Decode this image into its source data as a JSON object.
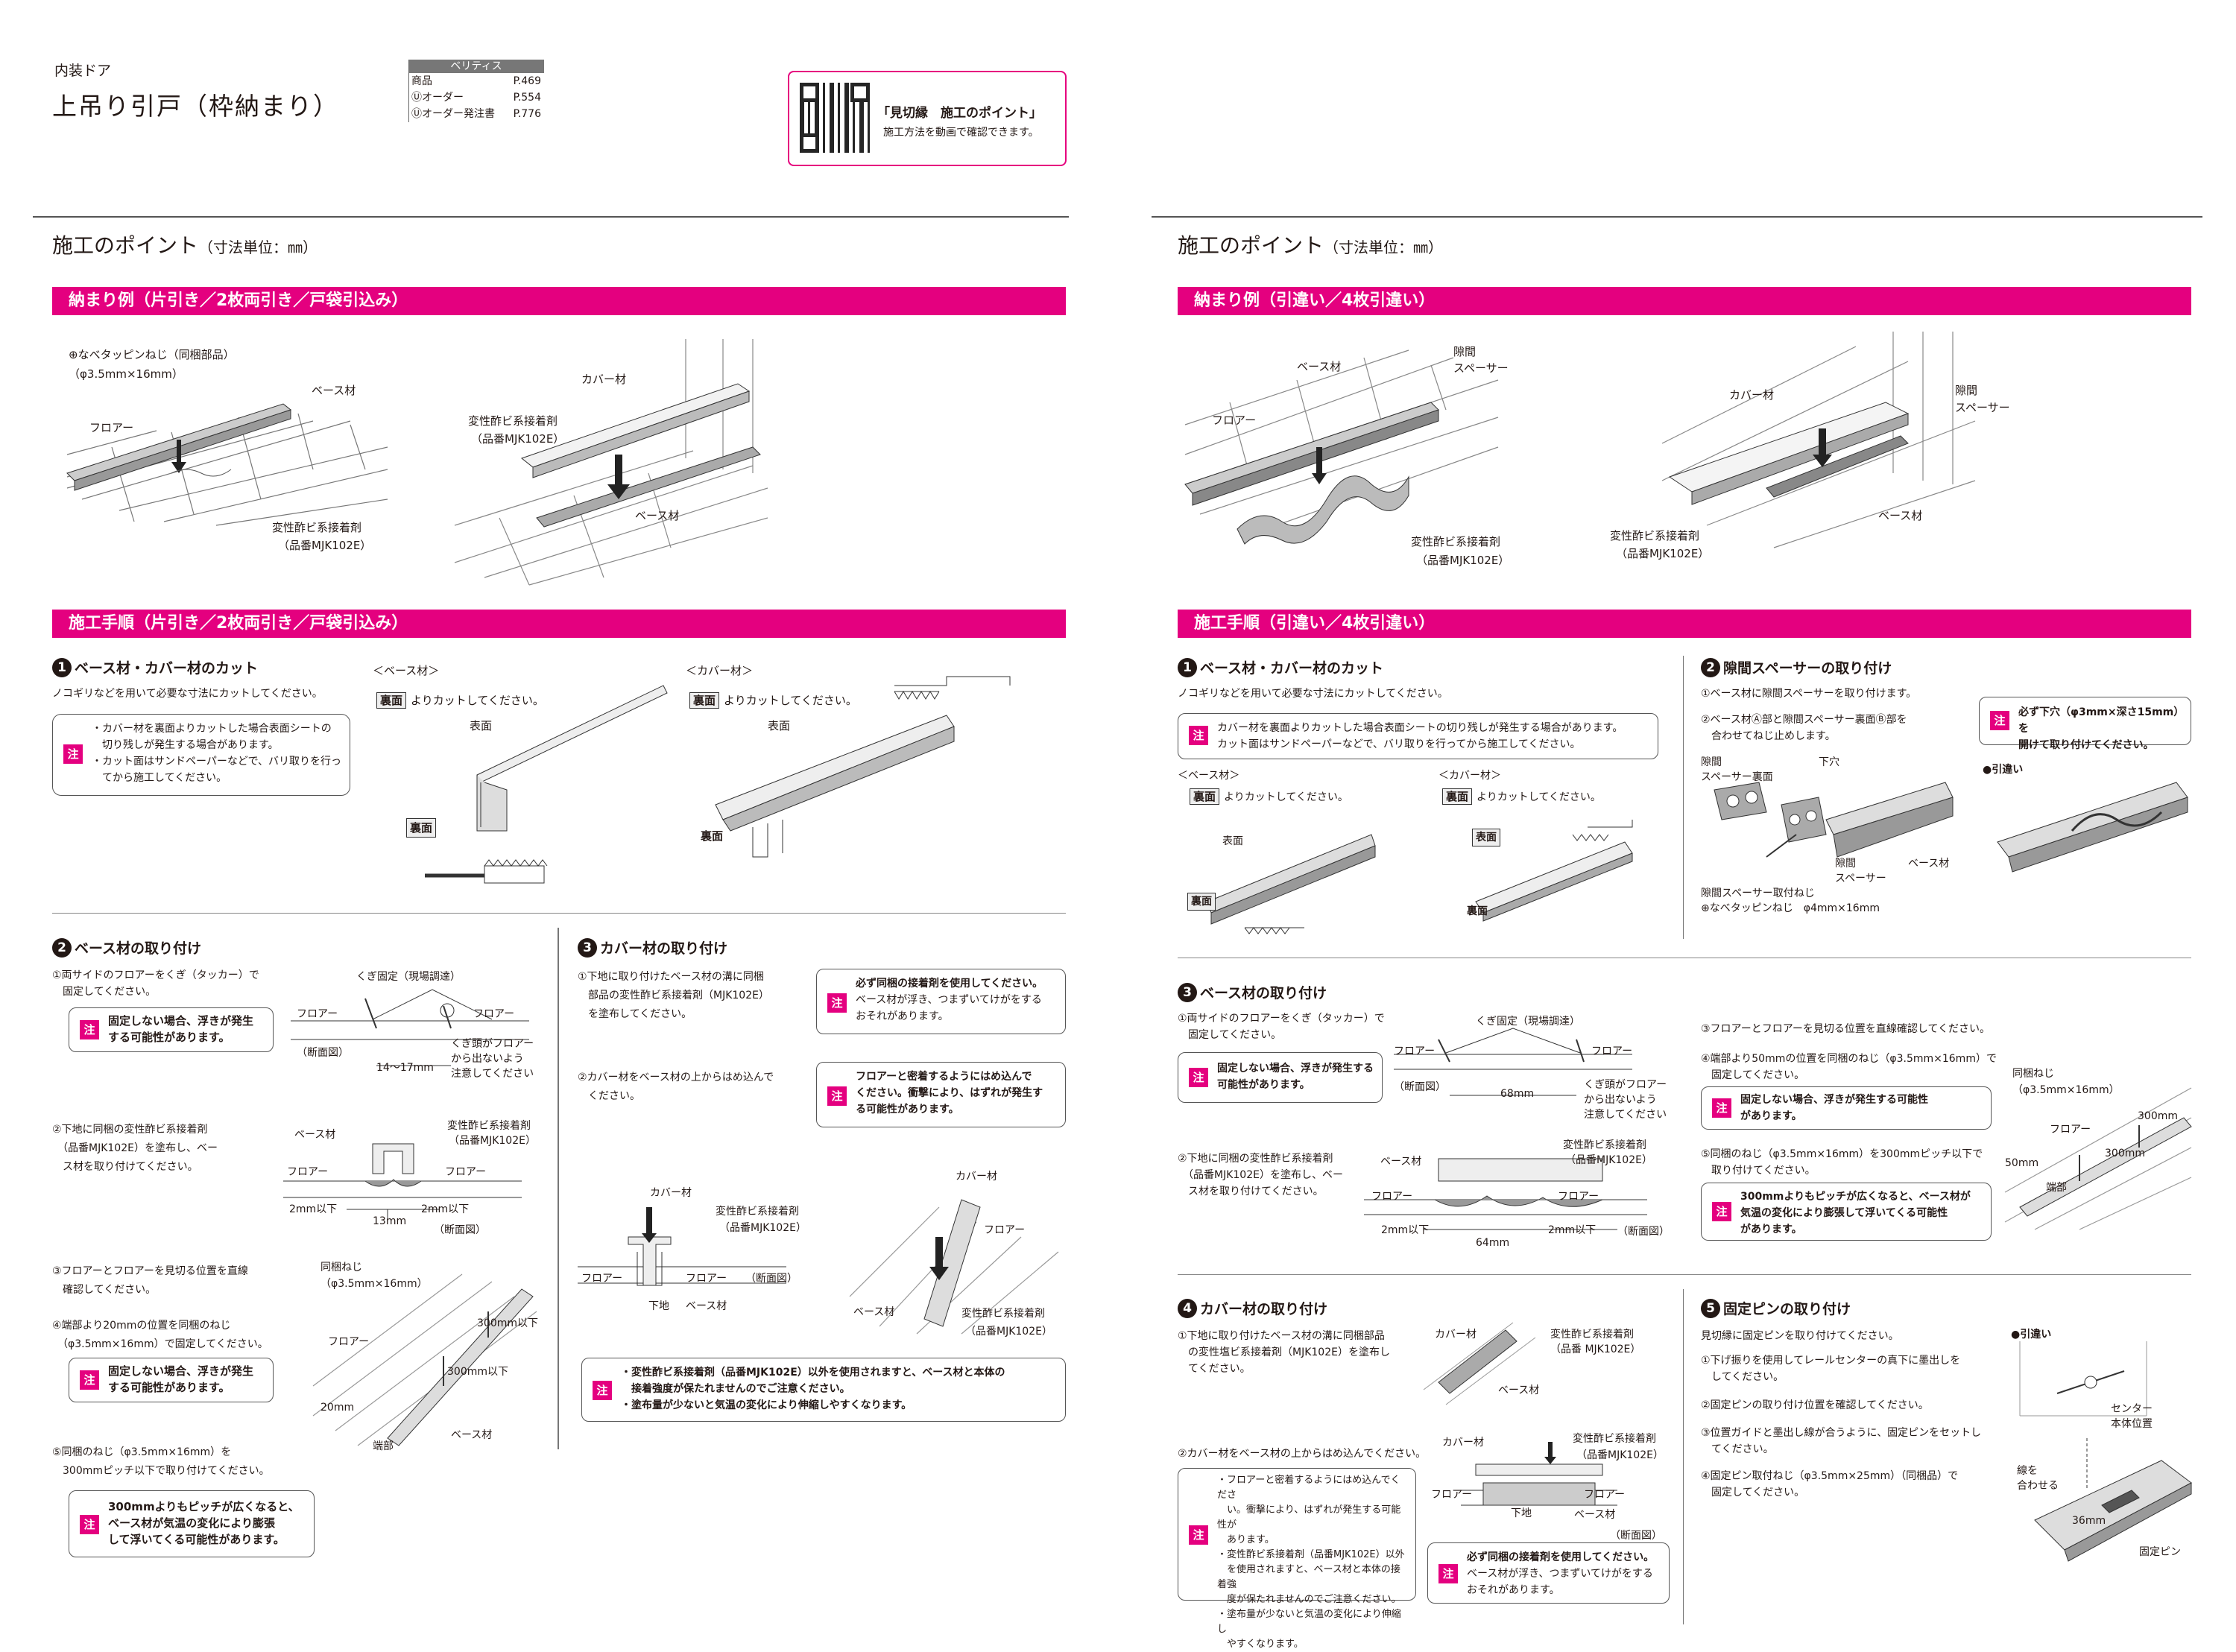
{
  "header": {
    "category": "内装ドア",
    "title": "上吊り引戸（枠納まり）",
    "ref_head": "ベリティス",
    "refs": [
      {
        "label": "商品",
        "page": "P.469"
      },
      {
        "label": "Ⓤオーダー",
        "page": "P.554"
      },
      {
        "label": "Ⓤオーダー発注書",
        "page": "P.776"
      }
    ],
    "qr_title": "「見切縁　施工のポイント」",
    "qr_sub": "施工方法を動画で確認できます。"
  },
  "left": {
    "title": "施工のポイント",
    "unit": "（寸法単位：㎜）",
    "bar1": "納まり例（片引き／2枚両引き／戸袋引込み）",
    "ex": {
      "screw1": "⊕なべタッピンねじ（同梱部品）",
      "screw2": "（φ3.5mm×16mm）",
      "base": "ベース材",
      "floor": "フロアー",
      "adh1": "変性酢ビ系接着剤",
      "adh2": "（品番MJK102E）",
      "cover": "カバー材",
      "adh3": "変性酢ビ系接着剤",
      "adh4": "（品番MJK102E）",
      "base2": "ベース材"
    },
    "bar2": "施工手順（片引き／2枚両引き／戸袋引込み）",
    "s1": {
      "num": "1",
      "title": "ベース材・カバー材のカット",
      "desc": "ノコギリなどを用いて必要な寸法にカットしてください。",
      "note1": "・カバー材を裏面よりカットした場合表面シートの",
      "note2": "　切り残しが発生する場合があります。",
      "note3": "・カット面はサンドペーパーなどで、バリ取りを行っ",
      "note4": "　てから施工してください。",
      "base_cap": "＜ベース材＞",
      "cover_cap": "＜カバー材＞",
      "ura": "裏面",
      "cut_text": "よりカットしてください。",
      "omote": "表面"
    },
    "s2": {
      "num": "2",
      "title": "ベース材の取り付け",
      "p1a": "①両サイドのフロアーをくぎ（タッカー）で",
      "p1b": "　固定してください。",
      "n1a": "固定しない場合、浮きが発生",
      "n1b": "する可能性があります。",
      "nail": "くぎ固定（現場調達）",
      "floorL": "フロアー",
      "floorR": "フロアー",
      "section": "（断面図）",
      "dim1": "14～17mm",
      "nailhead1": "くぎ頭がフロアー",
      "nailhead2": "から出ないよう",
      "nailhead3": "注意してください",
      "p2a": "②下地に同梱の変性酢ビ系接着剤",
      "p2b": "　（品番MJK102E）を塗布し、ベー",
      "p2c": "　ス材を取り付けてください。",
      "base": "ベース材",
      "adh1": "変性酢ビ系接着剤",
      "adh2": "（品番MJK102E）",
      "dimL": "2mm以下",
      "dimC": "13mm",
      "dimR": "2mm以下",
      "section2": "（断面図）",
      "p3a": "③フロアーとフロアーを見切る位置を直線",
      "p3b": "　確認してください。",
      "p4a": "④端部より20mmの位置を同梱のねじ",
      "p4b": "　（φ3.5mm×16mm）で固定してください。",
      "n2a": "固定しない場合、浮きが発生",
      "n2b": "する可能性があります。",
      "screw1": "同梱ねじ",
      "screw2": "（φ3.5mm×16mm）",
      "d300a": "300mm以下",
      "d300b": "300mm以下",
      "d20": "20mm",
      "floor3": "フロアー",
      "base3": "ベース材",
      "end": "端部",
      "p5a": "⑤同梱のねじ（φ3.5mm×16mm）を",
      "p5b": "　300mmピッチ以下で取り付けてください。",
      "n3a": "300mmよりもピッチが広くなると、",
      "n3b": "ベース材が気温の変化により膨張",
      "n3c": "して浮いてくる可能性があります。"
    },
    "s3": {
      "num": "3",
      "title": "カバー材の取り付け",
      "p1a": "①下地に取り付けたベース材の溝に同梱",
      "p1b": "　部品の変性酢ビ系接着剤（MJK102E）",
      "p1c": "　を塗布してください。",
      "n1a": "必ず同梱の接着剤を使用してください。",
      "n1b": "ベース材が浮き、つまずいてけがをする",
      "n1c": "おそれがあります。",
      "p2a": "②カバー材をベース材の上からはめ込んで",
      "p2b": "　ください。",
      "n2a": "フロアーと密着するようにはめ込んで",
      "n2b": "ください。衝撃により、はずれが発生す",
      "n2c": "る可能性があります。",
      "cover": "カバー材",
      "adh1": "変性酢ビ系接着剤",
      "adh2": "（品番MJK102E）",
      "floorL": "フロアー",
      "floorR": "フロアー",
      "section": "（断面図）",
      "base_sub": "下地",
      "base": "ベース材",
      "cover2": "カバー材",
      "floor2": "フロアー",
      "base2": "ベース材",
      "adh3": "変性酢ビ系接着剤",
      "adh4": "（品番MJK102E）",
      "n3a": "・変性酢ビ系接着剤（品番MJK102E）以外を使用されますと、ベース材と本体の",
      "n3b": "　接着強度が保たれませんのでご注意ください。",
      "n3c": "・塗布量が少ないと気温の変化により伸縮しやすくなります。"
    }
  },
  "right": {
    "title": "施工のポイント",
    "unit": "（寸法単位：㎜）",
    "bar1": "納まり例（引違い／4枚引違い）",
    "ex": {
      "base": "ベース材",
      "gap1": "隙間",
      "gap2": "スペーサー",
      "floor": "フロアー",
      "adh1": "変性酢ビ系接着剤",
      "adh2": "（品番MJK102E）",
      "cover": "カバー材",
      "gap3": "隙間",
      "gap4": "スペーサー",
      "base2": "ベース材",
      "adh3": "変性酢ビ系接着剤",
      "adh4": "（品番MJK102E）"
    },
    "bar2": "施工手順（引違い／4枚引違い）",
    "s1": {
      "num": "1",
      "title": "ベース材・カバー材のカット",
      "desc": "ノコギリなどを用いて必要な寸法にカットしてください。",
      "n1a": "カバー材を裏面よりカットした場合表面シートの切り残しが発生する場合があります。",
      "n1b": "カット面はサンドペーパーなどで、バリ取りを行ってから施工してください。",
      "base_cap": "＜ベース材＞",
      "cover_cap": "＜カバー材＞",
      "ura": "裏面",
      "cut_text": "よりカットしてください。",
      "omote": "表面"
    },
    "s2": {
      "num": "2",
      "title": "隙間スペーサーの取り付け",
      "p1": "①ベース材に隙間スペーサーを取り付けます。",
      "p2a": "②ベース材Ⓐ部と隙間スペーサー裏面Ⓑ部を",
      "p2b": "　合わせてねじ止めします。",
      "n1a": "必ず下穴（φ3mm×深さ15mm）を",
      "n1b": "開けて取り付けてください。",
      "gap_back1": "隙間",
      "gap_back2": "スペーサー裏面",
      "hole": "下穴",
      "gap": "隙間",
      "spacer": "スペーサー",
      "base": "ベース材",
      "screw1": "隙間スペーサー取付ねじ",
      "screw2": "⊕なべタッピンねじ　φ4mm×16mm",
      "hikichigai": "●引違い"
    },
    "s3": {
      "num": "3",
      "title": "ベース材の取り付け",
      "p1a": "①両サイドのフロアーをくぎ（タッカー）で",
      "p1b": "　固定してください。",
      "n1a": "固定しない場合、浮きが発生する",
      "n1b": "可能性があります。",
      "nail": "くぎ固定（現場調達）",
      "floorL": "フロアー",
      "floorR": "フロアー",
      "section": "（断面図）",
      "dim68": "68mm",
      "nailhead1": "くぎ頭がフロアー",
      "nailhead2": "から出ないよう",
      "nailhead3": "注意してください",
      "p2a": "②下地に同梱の変性酢ビ系接着剤",
      "p2b": "　（品番MJK102E）を塗布し、ベー",
      "p2c": "　ス材を取り付けてください。",
      "base": "ベース材",
      "adh1": "変性酢ビ系接着剤",
      "adh2": "（品番MJK102E）",
      "floorL2": "フロアー",
      "floorR2": "フロアー",
      "dimL": "2mm以下",
      "dim64": "64mm",
      "dimR": "2mm以下",
      "section2": "（断面図）",
      "p3": "③フロアーとフロアーを見切る位置を直線確認してください。",
      "p4a": "④端部より50mmの位置を同梱のねじ（φ3.5mm×16mm）で",
      "p4b": "　固定してください。",
      "n2a": "固定しない場合、浮きが発生する可能性",
      "n2b": "があります。",
      "p5a": "⑤同梱のねじ（φ3.5mm×16mm）を300mmピッチ以下で",
      "p5b": "　取り付けてください。",
      "n3a": "300mmよりもピッチが広くなると、ベース材が",
      "n3b": "気温の変化により膨張して浮いてくる可能性",
      "n3c": "があります。",
      "screw1": "同梱ねじ",
      "screw2": "（φ3.5mm×16mm）",
      "floor3": "フロアー",
      "d300a": "300mm",
      "d300b": "300mm",
      "d50": "50mm",
      "end": "端部"
    },
    "s4": {
      "num": "4",
      "title": "カバー材の取り付け",
      "p1a": "①下地に取り付けたベース材の溝に同梱部品",
      "p1b": "　の変性塩ビ系接着剤（MJK102E）を塗布し",
      "p1c": "　てください。",
      "cover": "カバー材",
      "adh1": "変性酢ビ系接着剤",
      "adh2": "（品番 MJK102E）",
      "base": "ベース材",
      "p2": "②カバー材をベース材の上からはめ込んでください。",
      "cover2": "カバー材",
      "adh3": "変性酢ビ系接着剤",
      "adh4": "（品番MJK102E）",
      "floorL": "フロアー",
      "floorR": "フロアー",
      "base_sub": "下地",
      "base2": "ベース材",
      "section": "（断面図）",
      "n1a": "・フロアーと密着するようにはめ込んでくださ",
      "n1b": "　い。衝撃により、はずれが発生する可能性が",
      "n1c": "　あります。",
      "n1d": "・変性酢ビ系接着剤（品番MJK102E）以外",
      "n1e": "　を使用されますと、ベース材と本体の接着強",
      "n1f": "　度が保たれませんのでご注意ください。",
      "n1g": "・塗布量が少ないと気温の変化により伸縮し",
      "n1h": "　やすくなります。",
      "n2a": "必ず同梱の接着剤を使用してください。",
      "n2b": "ベース材が浮き、つまずいてけがをする",
      "n2c": "おそれがあります。"
    },
    "s5": {
      "num": "5",
      "title": "固定ピンの取り付け",
      "p0": "見切縁に固定ピンを取り付けてください。",
      "p1a": "①下げ振りを使用してレールセンターの真下に墨出しを",
      "p1b": "　してください。",
      "p2": "②固定ピンの取り付け位置を確認してください。",
      "p3a": "③位置ガイドと墨出し線が合うように、固定ピンをセットし",
      "p3b": "　てください。",
      "p4a": "④固定ピン取付ねじ（φ3.5mm×25mm）（同梱品）で",
      "p4b": "　固定してください。",
      "hikichigai": "●引違い",
      "center1": "センター",
      "center2": "本体位置",
      "line1": "線を",
      "line2": "合わせる",
      "d36": "36mm",
      "pin": "固定ピン"
    }
  },
  "note_mark": "注"
}
